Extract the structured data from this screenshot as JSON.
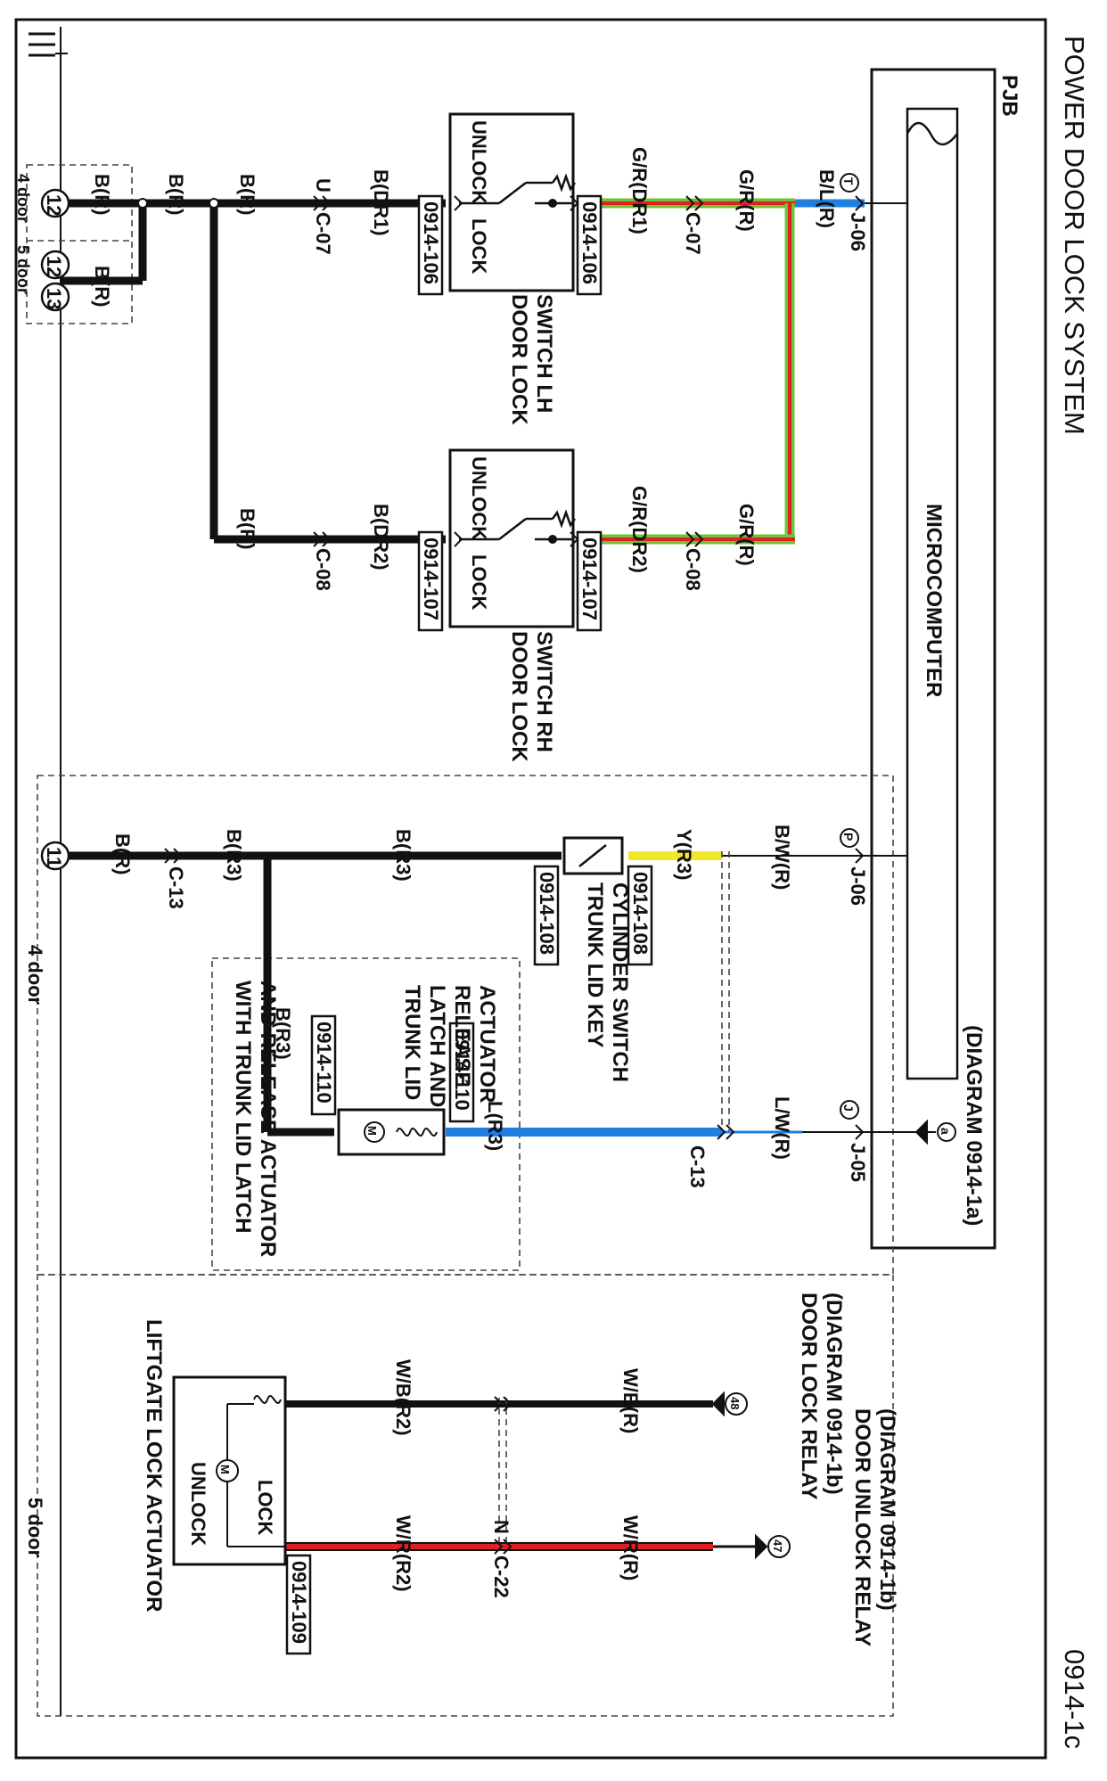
{
  "page": {
    "title": "POWER DOOR LOCK SYSTEM",
    "diagram_id": "0914-1c"
  },
  "pjb": {
    "label": "PJB",
    "microcomputer": "MICROCOMPUTER",
    "diagram_ref": "(DIAGRAM 0914-1a)",
    "ref_circle": "a",
    "terminal_T": "T",
    "terminal_P": "P",
    "terminal_J": "J",
    "conn_j06_top": "J-06",
    "conn_j06_mid": "J-06",
    "conn_j05": "J-05"
  },
  "door_lock_lh": {
    "name": "DOOR LOCK\nSWITCH LH",
    "unlock": "UNLOCK",
    "lock": "LOCK",
    "conn_a": "0914-106",
    "conn_b": "0914-106",
    "wire_blr": "B/L(R)",
    "wire_grr": "G/R(R)",
    "wire_grdr1": "G/R(DR1)",
    "c07_top": "C-07",
    "wire_bdr1": "B(DR1)",
    "c07_bot": "C-07",
    "u_label": "U"
  },
  "door_lock_rh": {
    "name": "DOOR LOCK\nSWITCH RH",
    "unlock": "UNLOCK",
    "lock": "LOCK",
    "conn_a": "0914-107",
    "conn_b": "0914-107",
    "wire_grr": "G/R(R)",
    "wire_grdr2": "G/R(DR2)",
    "c08_top": "C-08",
    "wire_bdr2": "B(DR2)",
    "c08_bot": "C-08",
    "wire_br": "B(R)"
  },
  "ground": {
    "br_1": "B(R)",
    "br_2": "B(R)",
    "br_3": "B(R)",
    "br_4": "B(R)",
    "g12a": "12",
    "g12b": "12",
    "g13": "13",
    "g11": "11",
    "four_door": "4 door",
    "five_door": "5 door",
    "four_door_bottom": "4 door",
    "five_door_bottom": "5 door"
  },
  "trunk_key": {
    "name": "TRUNK LID KEY\nCYLINDER SWITCH",
    "conn_a": "0914-108",
    "conn_b": "0914-108",
    "wire_bwr": "B/W(R)",
    "wire_yr3": "Y(R3)",
    "wire_br3_a": "B(R3)",
    "wire_br3_b": "B(R3)",
    "wire_br3_c": "B(R3)",
    "wire_br": "B(R)",
    "c13": "C-13"
  },
  "trunk_actuator": {
    "name": "TRUNK LID\nLATCH AND\nRELEASE\nACTUATOR",
    "conn_a": "0914-110",
    "conn_b": "0914-110",
    "wire_lr3": "L(R3)",
    "wire_lwr": "L/W(R)",
    "c13": "C-13",
    "motor": "M",
    "option": "WITH TRUNK LID LATCH\nAND RELEASE ACTUATOR"
  },
  "liftgate": {
    "name": "LIFTGATE LOCK ACTUATOR",
    "lock": "LOCK",
    "unlock": "UNLOCK",
    "motor": "M",
    "conn": "0914-109",
    "lock_relay": "DOOR LOCK RELAY\n(DIAGRAM 0914-1b)",
    "unlock_relay": "DOOR UNLOCK RELAY\n(DIAGRAM 0914-1b)",
    "ref48": "48",
    "ref47": "47",
    "wire_wbr": "W/B(R)",
    "wire_wbr2": "W/B(R2)",
    "wire_wrr": "W/R(R)",
    "wire_wrr2": "W/R(R2)",
    "c22": "C-22",
    "n_label": "N"
  },
  "colors": {
    "black_wire": "#111111",
    "blue_wire": "#1f7fe0",
    "yellow_wire": "#f2e82a",
    "green_wire": "#6cc43a",
    "red_wire": "#e02020"
  }
}
